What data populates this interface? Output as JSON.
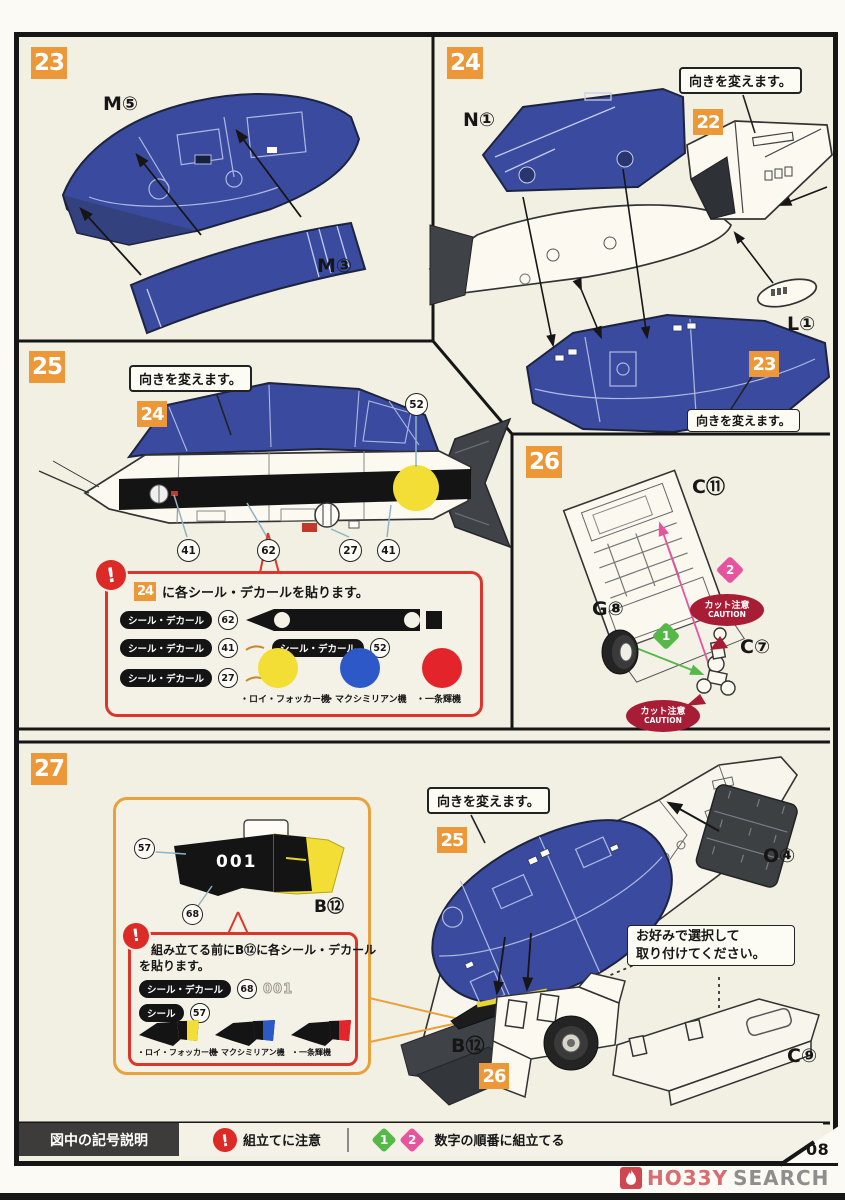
{
  "page": {
    "number": "08",
    "watermark_part1": "HO33Y",
    "watermark_part2": "SEARCH"
  },
  "common": {
    "direction_note": "向きを変えます。",
    "decal_pill": "シール・デカール",
    "seal_pill": "シール",
    "caution_line1": "カット注意",
    "caution_line2": "CAUTION",
    "bang": "!",
    "plane_labels": {
      "focker": "・ロイ・フォッカー機",
      "max": "・マクシミリアン機",
      "hikaru": "・一条輝機"
    }
  },
  "panel23": {
    "badge": "23",
    "part_m5": "M⑤",
    "part_m3": "M③"
  },
  "panel24": {
    "badge": "24",
    "ref22": "22",
    "ref23": "23",
    "part_n1": "N①",
    "part_l1": "L①"
  },
  "panel25": {
    "badge": "25",
    "ref24": "24",
    "callouts": {
      "c52": "52",
      "c41a": "41",
      "c62": "62",
      "c27": "27",
      "c41b": "41"
    },
    "warning": {
      "ref24": "24",
      "header": "に各シール・デカールを貼ります。",
      "c62": "62",
      "c41": "41",
      "c52": "52",
      "c27": "27"
    }
  },
  "panel26": {
    "badge": "26",
    "part_c11": "C⑪",
    "part_g8": "G⑧",
    "part_c7": "C⑦",
    "order1": "1",
    "order2": "2"
  },
  "panel27": {
    "badge": "27",
    "ref25": "25",
    "ref26": "26",
    "part_o4": "O④",
    "part_b12": "B⑫",
    "part_c9": "C⑨",
    "fin": {
      "c57": "57",
      "c68": "68",
      "number": "001",
      "part": "B⑫"
    },
    "warning": {
      "line1": "組み立てる前にB⑫に各シール・デカール",
      "line2": "を貼ります。",
      "c68": "68",
      "value68": "001",
      "c57": "57"
    },
    "option_note_line1": "お好みで選択して",
    "option_note_line2": "取り付けてください。"
  },
  "legend": {
    "title": "図中の記号説明",
    "caution": "組立てに注意",
    "order": "数字の順番に組立てる",
    "n1": "1",
    "n2": "2"
  }
}
